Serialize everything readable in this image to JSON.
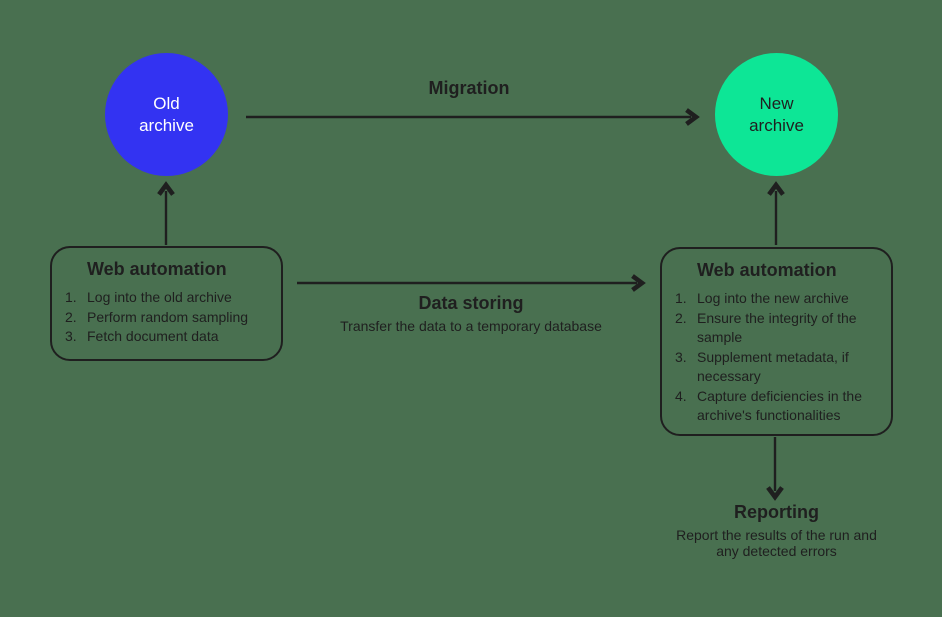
{
  "diagram": {
    "colors": {
      "background": "#497050",
      "line": "#1F1F1F",
      "old_archive_fill": "#3333F2",
      "old_archive_text": "#FFFFFF",
      "new_archive_fill": "#0DE696",
      "new_archive_text": "#1F1F1F"
    },
    "nodes": {
      "old_archive": {
        "label": "Old\narchive"
      },
      "new_archive": {
        "label": "New\narchive"
      }
    },
    "edges": {
      "migration": {
        "label": "Migration"
      },
      "data_storing": {
        "label": "Data storing",
        "description": "Transfer the data to a temporary database"
      },
      "reporting": {
        "label": "Reporting",
        "description": "Report the results of the run and any detected errors"
      }
    },
    "boxes": {
      "left": {
        "title": "Web automation",
        "items": [
          {
            "num": "1.",
            "text": "Log into the old archive"
          },
          {
            "num": "2.",
            "text": "Perform random sampling"
          },
          {
            "num": "3.",
            "text": "Fetch document data"
          }
        ]
      },
      "right": {
        "title": "Web automation",
        "items": [
          {
            "num": "1.",
            "text": "Log into the new archive"
          },
          {
            "num": "2.",
            "text": "Ensure the integrity of the sample"
          },
          {
            "num": "3.",
            "text": "Supplement metadata, if necessary"
          },
          {
            "num": "4.",
            "text": "Capture deficiencies in the archive's functionalities"
          }
        ]
      }
    }
  }
}
